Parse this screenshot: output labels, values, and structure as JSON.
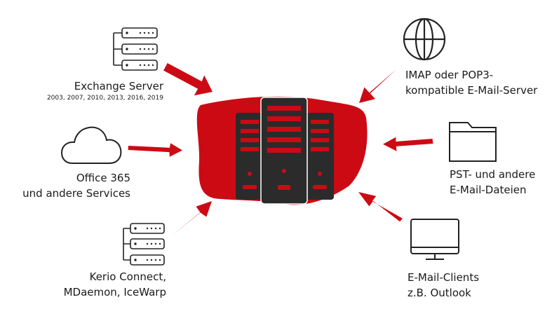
{
  "colors": {
    "accent": "#cc0a14",
    "dark": "#2b2b2b",
    "stroke": "#222222"
  },
  "sources": {
    "exchange": {
      "icon": "server-rack-icon",
      "title": "Exchange Server",
      "versions": "2003, 2007, 2010, 2013, 2016, 2019"
    },
    "office365": {
      "icon": "cloud-icon",
      "line1": "Office 365",
      "line2": "und andere Services"
    },
    "kerio": {
      "icon": "server-rack-icon",
      "line1": "Kerio Connect,",
      "line2": "MDaemon, IceWarp"
    },
    "imap": {
      "icon": "globe-icon",
      "line1": "IMAP oder POP3-",
      "line2": "kompatible E-Mail-Server"
    },
    "pst": {
      "icon": "folder-icon",
      "line1": "PST- und andere",
      "line2": "E-Mail-Dateien"
    },
    "clients": {
      "icon": "monitor-icon",
      "line1": "E-Mail-Clients",
      "line2": "z.B. Outlook"
    }
  },
  "center": {
    "icon": "server-tower-icon"
  }
}
